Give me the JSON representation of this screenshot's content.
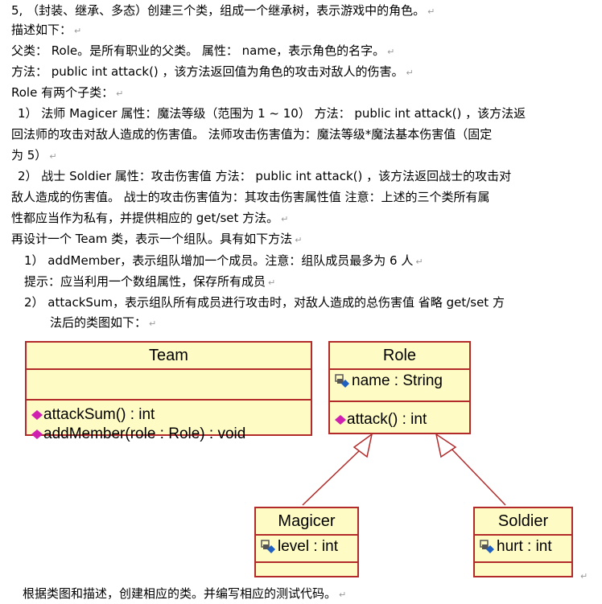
{
  "text": {
    "lines": [
      "5, （封装、继承、多态）创建三个类，组成一个继承树，表示游戏中的角色。",
      "描述如下：",
      "父类： Role。是所有职业的父类。 属性： name，表示角色的名字。",
      "方法： public int attack() ，该方法返回值为角色的攻击对敌人的伤害。",
      "Role 有两个子类：",
      "1） 法师 Magicer 属性：魔法等级（范围为 1 ~ 10） 方法： public int attack() ，该方法返",
      "回法师的攻击对敌人造成的伤害值。 法师攻击伤害值为：魔法等级*魔法基本伤害值（固定",
      "为 5）",
      "2） 战士 Soldier 属性：攻击伤害值 方法： public int attack() ，该方法返回战士的攻击对",
      "敌人造成的伤害值。 战士的攻击伤害值为：其攻击伤害属性值 注意：上述的三个类所有属",
      "性都应当作为私有，并提供相应的 get/set 方法。",
      "再设计一个 Team 类，表示一个组队。具有如下方法",
      "1） addMember，表示组队增加一个成员。注意：组队成员最多为 6 人",
      "提示：应当利用一个数组属性，保存所有成员",
      "2） attackSum，表示组队所有成员进行攻击时，对敌人造成的总伤害值 省略 get/set 方",
      "法后的类图如下：",
      "根据类图和描述，创建相应的类。并编写相应的测试代码。"
    ],
    "paragraph_mark": "↵"
  },
  "diagram": {
    "colors": {
      "fill": "#fffbc4",
      "border": "#b22a2a",
      "method_icon": "#d020b0",
      "attr_icon": "#2060c0"
    },
    "team": {
      "name": "Team",
      "methods": [
        "attackSum() : int",
        "addMember(role : Role) : void"
      ]
    },
    "role": {
      "name": "Role",
      "attributes": [
        "name : String"
      ],
      "methods": [
        "attack() : int"
      ]
    },
    "magicer": {
      "name": "Magicer",
      "attributes": [
        "level : int"
      ]
    },
    "soldier": {
      "name": "Soldier",
      "attributes": [
        "hurt : int"
      ]
    }
  }
}
